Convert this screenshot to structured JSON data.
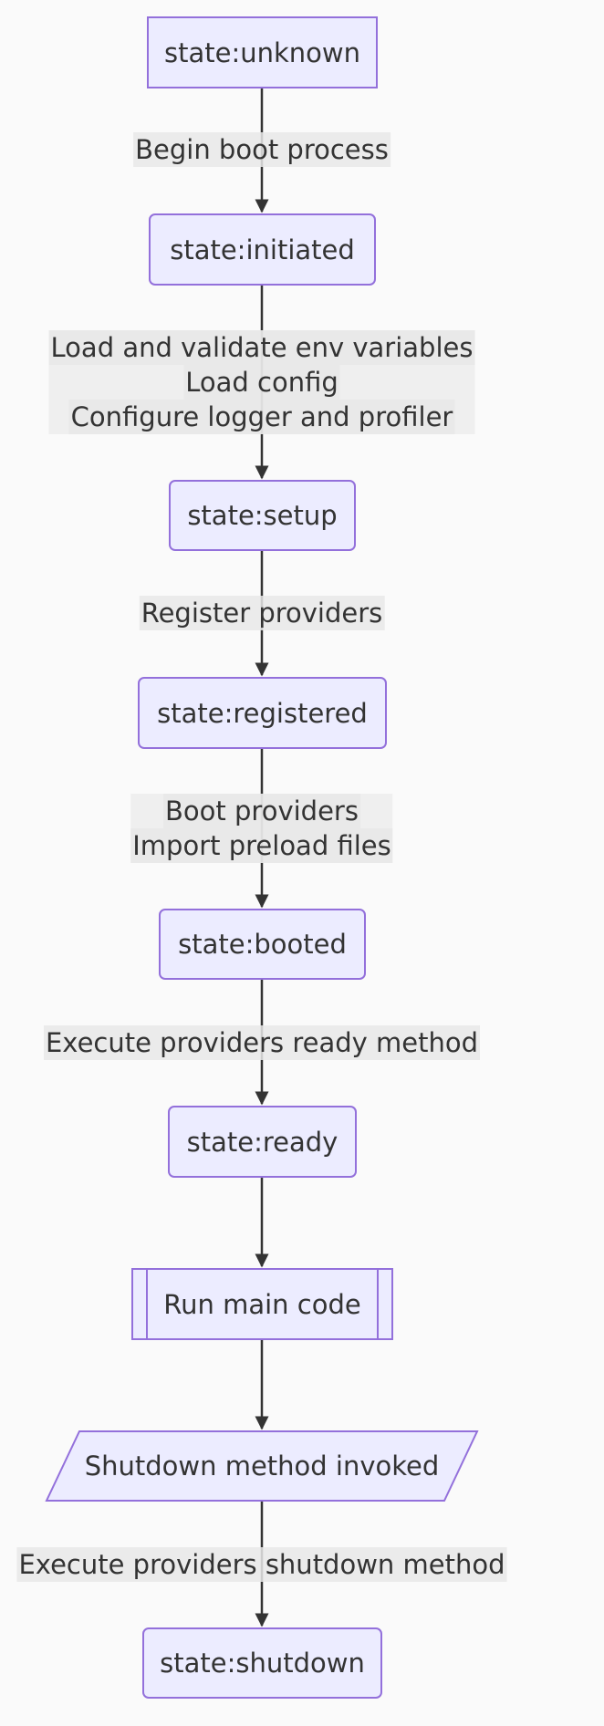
{
  "diagram": {
    "colors": {
      "background": "#fafafa",
      "node_fill": "#ececff",
      "node_stroke": "#9370db",
      "edge": "#333333",
      "label_bg": "#e8e8e8",
      "text": "#333333"
    },
    "nodes": {
      "unknown": "state:unknown",
      "initiated": "state:initiated",
      "setup": "state:setup",
      "registered": "state:registered",
      "booted": "state:booted",
      "ready": "state:ready",
      "run": "Run main code",
      "shutdown_invoked": "Shutdown method invoked",
      "shutdown": "state:shutdown"
    },
    "edge_labels": {
      "begin": [
        "Begin boot process"
      ],
      "initiated_setup": [
        "Load and validate env variables",
        "Load config",
        "Configure logger and profiler"
      ],
      "register": [
        "Register providers"
      ],
      "boot": [
        "Boot providers",
        "Import preload files"
      ],
      "ready": [
        "Execute providers ready method"
      ],
      "shutdown": [
        "Execute providers shutdown method"
      ]
    }
  }
}
